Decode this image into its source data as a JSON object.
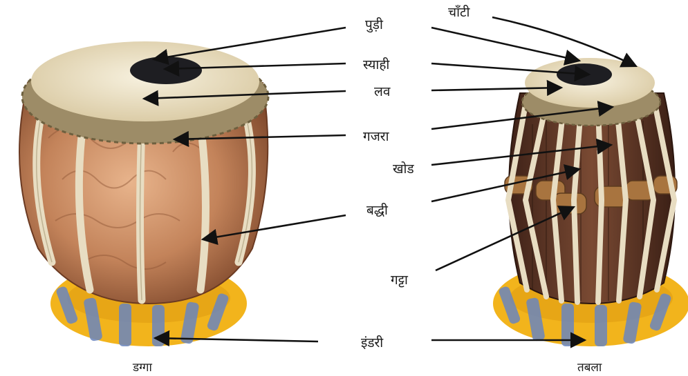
{
  "labels": {
    "pudi": "पुड़ी",
    "syahi": "स्याही",
    "lav": "लव",
    "gajra": "गजरा",
    "khod": "खोड",
    "baddhi": "बद्धी",
    "gatta": "गट्टा",
    "indri": "इंडरी",
    "chanti": "चाँटी"
  },
  "captions": {
    "dagga": "डग्गा",
    "tabla": "तबला"
  },
  "colors": {
    "copper": "#c98a5e",
    "copper_dark": "#8a5434",
    "drum_wood": "#5a3322",
    "drum_wood_light": "#8a5a3f",
    "skin": "#efe6cf",
    "ink": "#1e1e22",
    "strap": "#e6dcc1",
    "cushion_yellow": "#f2b41c",
    "cushion_blue": "#5f7fb8",
    "arrow": "#111111"
  }
}
